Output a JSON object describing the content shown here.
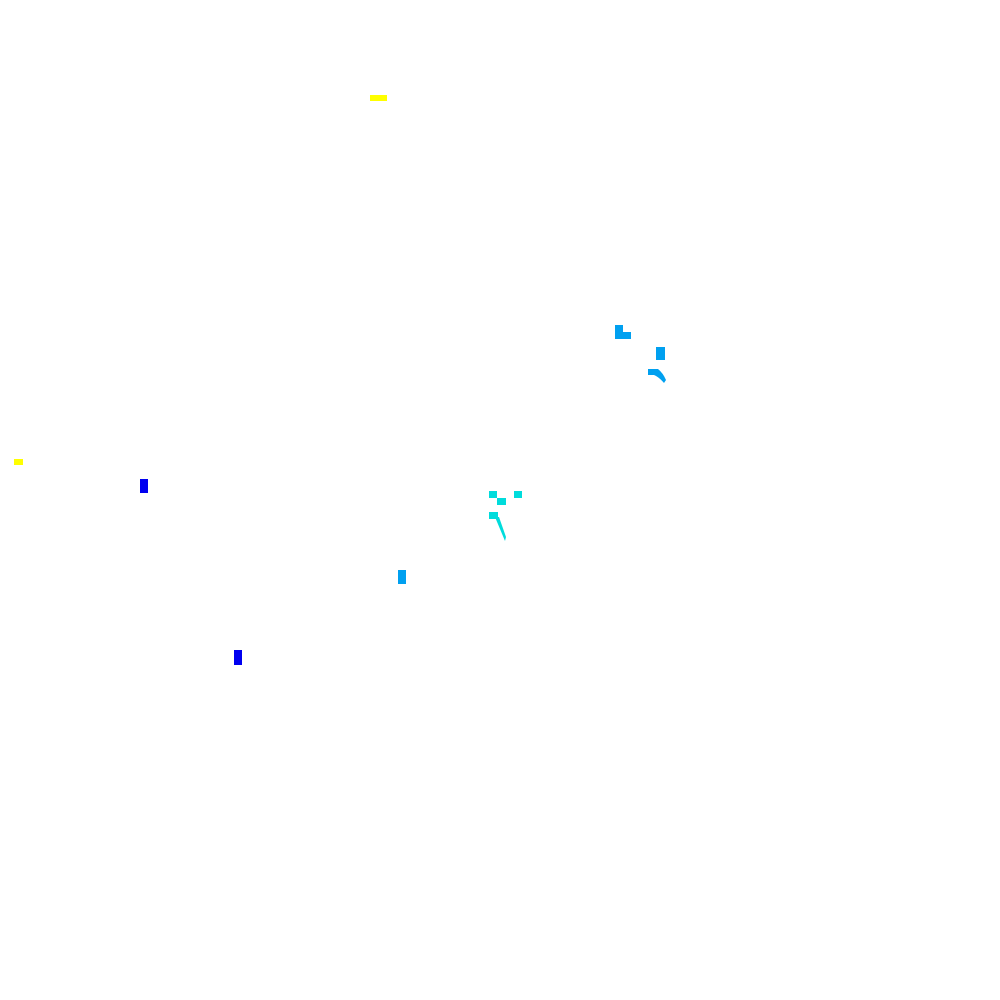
{
  "palette": {
    "background": "#ffffff",
    "yellow": "#ffff00",
    "sky_blue": "#00a0f0",
    "blue": "#0000f0",
    "cyan": "#00dcdc"
  },
  "marks": [
    {
      "id": "yellow-mark-top",
      "color": "yellow"
    },
    {
      "id": "sky-blue-cluster-upper-right",
      "color": "sky_blue"
    },
    {
      "id": "yellow-mark-left",
      "color": "yellow"
    },
    {
      "id": "blue-mark-left",
      "color": "blue"
    },
    {
      "id": "cyan-cluster-center",
      "color": "cyan"
    },
    {
      "id": "sky-blue-mark-center",
      "color": "sky_blue"
    },
    {
      "id": "blue-mark-lower",
      "color": "blue"
    }
  ]
}
